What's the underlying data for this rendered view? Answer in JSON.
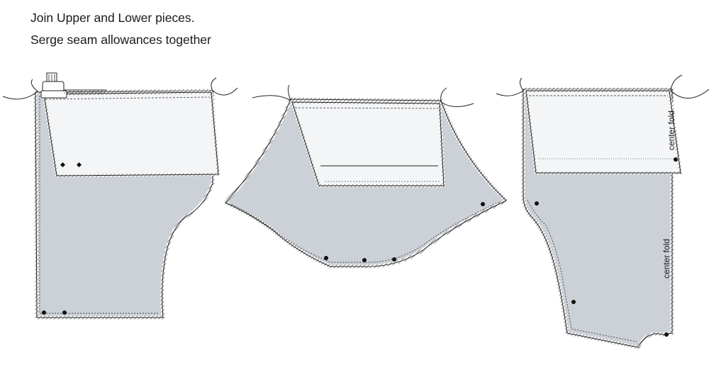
{
  "instructions": {
    "line1": "Join Upper and Lower pieces.",
    "line2": "Serge seam allowances together"
  },
  "labels": {
    "center_fold_upper": "center fold",
    "center_fold_lower": "center fold"
  },
  "colors": {
    "fabric_fill": "#ccd1d8",
    "upper_fill": "#f4f5f7",
    "outline": "#222222"
  }
}
